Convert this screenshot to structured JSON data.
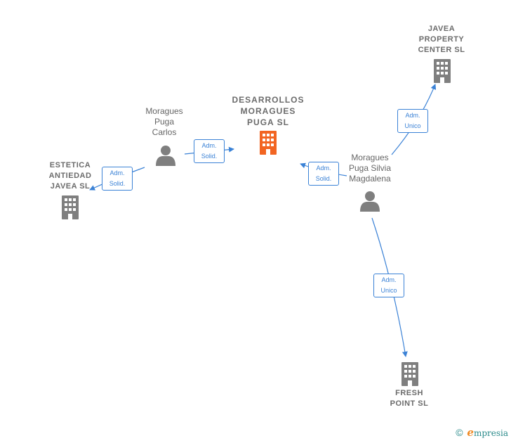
{
  "companies": {
    "main": {
      "name": "DESARROLLOS\nMORAGUES\nPUGA  SL",
      "color": "#f26522"
    },
    "javea": {
      "name": "JAVEA\nPROPERTY\nCENTER SL",
      "color": "#7f7f7f"
    },
    "estetica": {
      "name": "ESTETICA\nANTIEDAD\nJAVEA  SL",
      "color": "#7f7f7f"
    },
    "fresh": {
      "name": "FRESH\nPOINT SL",
      "color": "#7f7f7f"
    }
  },
  "persons": {
    "carlos": {
      "name": "Moragues\nPuga\nCarlos"
    },
    "silvia": {
      "name": "Moragues\nPuga Silvia\nMagdalena"
    }
  },
  "edges": {
    "carlos_main": "Adm.\nSolid.",
    "carlos_estetica": "Adm.\nSolid.",
    "silvia_main": "Adm.\nSolid.",
    "silvia_javea": "Adm.\nUnico",
    "silvia_fresh": "Adm.\nUnico"
  },
  "colors": {
    "edge": "#3b82d6",
    "person": "#7f7f7f"
  },
  "footer": {
    "copyright": "©",
    "brand_initial": "e",
    "brand_rest": "mpresia"
  }
}
